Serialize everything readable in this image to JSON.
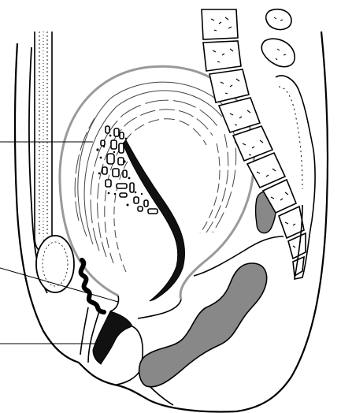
{
  "figure": {
    "description_text": "",
    "colors": {
      "line": "#000000",
      "shaded_gray": "#888888",
      "light_gray_line": "#9a9a9a",
      "background": "#ffffff",
      "dark_fill": "#111111"
    },
    "leader_lines": [
      {
        "name": "leader-line-upper"
      },
      {
        "name": "leader-line-middle"
      },
      {
        "name": "leader-line-lower"
      }
    ]
  }
}
